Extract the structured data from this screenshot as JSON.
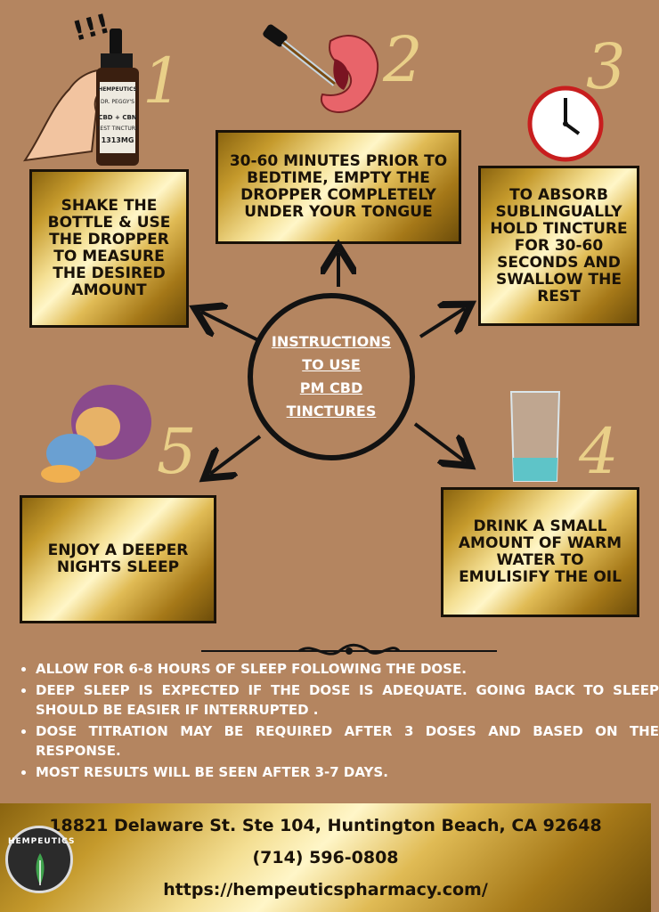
{
  "steps": [
    {
      "number": "1",
      "text": "Shake the bottle & use the dropper to measure the desired amount"
    },
    {
      "number": "2",
      "text": "30-60 minutes prior to bedtime, empty the dropper completely under your tongue"
    },
    {
      "number": "3",
      "text": "To absorb sublingually hold tincture for 30-60 seconds and swallow the rest"
    },
    {
      "number": "4",
      "text": "Drink a small amount of warm water to emulisify the oil"
    },
    {
      "number": "5",
      "text": "Enjoy a deeper nights sleep"
    }
  ],
  "center": {
    "line1": "Instructions",
    "line2": "to use",
    "line3": "PM CBD",
    "line4": "Tinctures"
  },
  "bottle_label": {
    "brand": "HEMPEUTICS",
    "name": "DR. PEGGY'S",
    "product": "CBD + CBN",
    "type": "REST TINCTURE",
    "strength": "1313MG"
  },
  "exclaim": "!!!",
  "notes": [
    "Allow for 6-8 hours of sleep following the dose.",
    "Deep sleep is expected if the dose is adequate. Going back to sleep should be easier if interrupted .",
    "Dose titration may be required after 3 doses and based on the response.",
    "Most results will be seen after 3-7 days."
  ],
  "footer": {
    "address": "18821 Delaware St. Ste 104, Huntington Beach, CA 92648",
    "phone": "(714) 596-0808",
    "url": "https://hempeuticspharmacy.com/",
    "logo_text": "HEMPEUTICS"
  },
  "colors": {
    "background": "#b48560",
    "gold": "#e0bb55",
    "text_dark": "#1a1208",
    "numbers": "#e9cf88"
  }
}
